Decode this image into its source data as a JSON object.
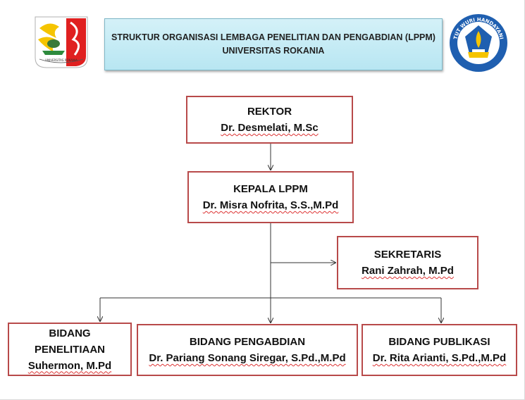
{
  "title": {
    "line1": "STRUKTUR ORGANISASI  LEMBAGA PENELITIAN DAN PENGABDIAN (LPPM)",
    "line2": "UNIVERSITAS ROKANIA"
  },
  "logos": {
    "left_text": "UNIVERSITAS ROKANIA",
    "right_text": "TUT WURI HANDAYANI"
  },
  "nodes": {
    "rektor": {
      "role": "REKTOR",
      "name": "Dr. Desmelati, M.Sc"
    },
    "kepala": {
      "role": "KEPALA LPPM",
      "name": "Dr. Misra Nofrita, S.S.,M.Pd"
    },
    "sekretaris": {
      "role": "SEKRETARIS",
      "name": "Rani Zahrah, M.Pd"
    },
    "penelitian": {
      "role_line1": "BIDANG",
      "role_line2": "PENELITIAAN",
      "name": "Suhermon, M.Pd"
    },
    "pengabdian": {
      "role": "BIDANG PENGABDIAN",
      "name": "Dr. Pariang Sonang Siregar, S.Pd.,M.Pd"
    },
    "publikasi": {
      "role": "BIDANG PUBLIKASI",
      "name": "Dr. Rita Arianti, S.Pd.,M.Pd"
    }
  },
  "colors": {
    "box_border": "#b84a4a",
    "title_bg": "#c6ecf5",
    "left_logo_red": "#e02020",
    "left_logo_yellow": "#f5c400",
    "right_logo_blue": "#1f5fb0"
  }
}
